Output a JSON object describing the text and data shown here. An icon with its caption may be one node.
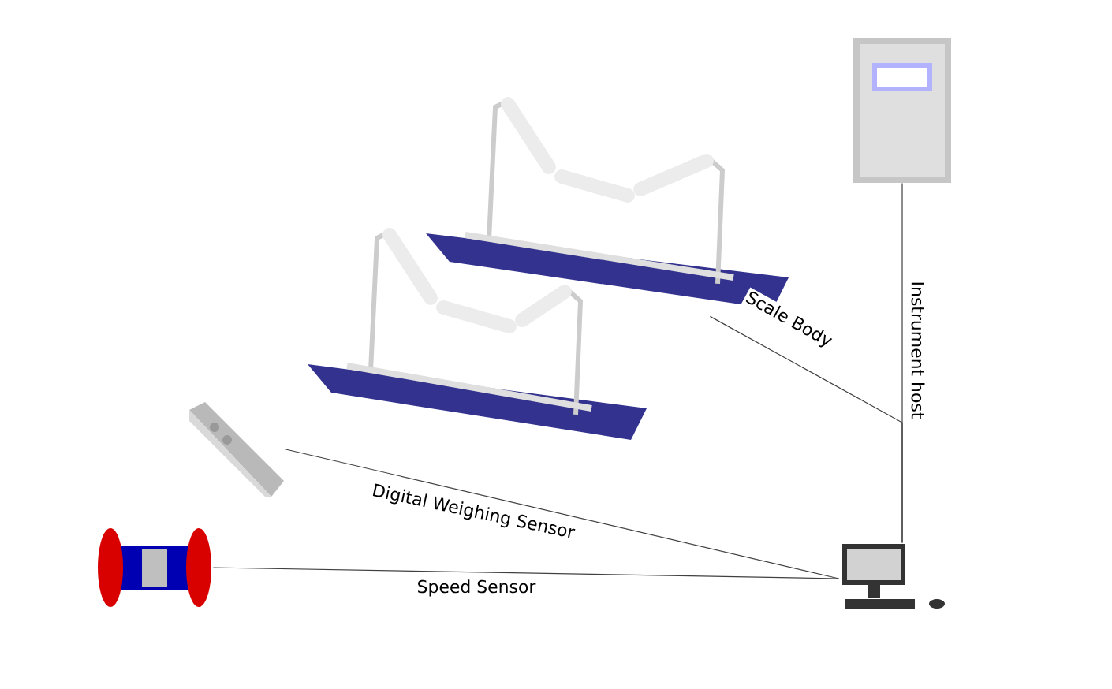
{
  "diagram": {
    "nodes": [
      {
        "text": [],
        "shape": "picture"
      },
      {
        "text": [],
        "shape": "picture"
      },
      {
        "text": [],
        "shape": "picture"
      },
      {
        "text": [],
        "shape": "picture"
      },
      {
        "text": [],
        "shape": "picture"
      },
      {
        "text": [],
        "shape": "picture"
      }
    ],
    "edges": [
      {
        "from": 0,
        "to": 5,
        "arrow": "none",
        "label": "Instrument host"
      },
      {
        "from": 1,
        "to": 5,
        "arrow": "none",
        "label": "Scale Body"
      },
      {
        "from": 3,
        "to": 5,
        "arrow": "none",
        "label": "Digital Weighing Sensor"
      },
      {
        "from": 4,
        "to": 5,
        "arrow": "none",
        "label": "Speed Sensor"
      }
    ]
  }
}
